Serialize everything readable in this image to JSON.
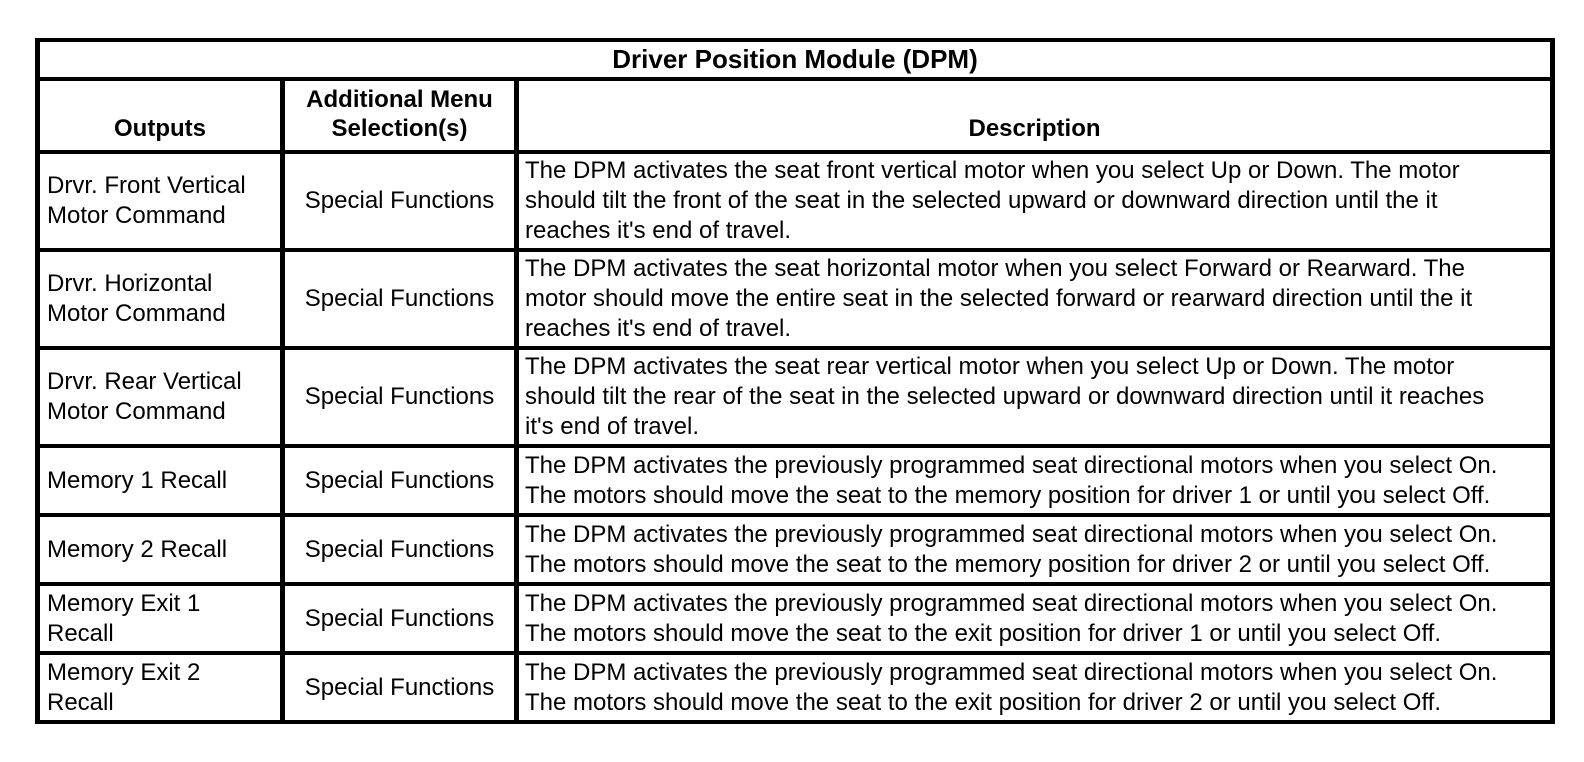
{
  "colors": {
    "background": "#ffffff",
    "border": "#000000",
    "text": "#000000"
  },
  "table": {
    "title": "Driver Position Module (DPM)",
    "headers": {
      "outputs": "Outputs",
      "menu": "Additional Menu Selection(s)",
      "description": "Description"
    },
    "rows": [
      {
        "output": "Drvr. Front Vertical Motor Command",
        "menu": "Special Functions",
        "description": "The DPM activates the seat front vertical motor when you select Up or Down. The motor should tilt the front of the seat in the selected upward or downward direction until the it reaches it's end of travel."
      },
      {
        "output": "Drvr. Horizontal Motor Command",
        "menu": "Special Functions",
        "description": "The DPM activates the seat horizontal motor when you select Forward or Rearward. The motor should move the entire seat in the selected forward or rearward direction until the it reaches it's end of travel."
      },
      {
        "output": "Drvr. Rear Vertical Motor Command",
        "menu": "Special Functions",
        "description": "The DPM activates the seat rear vertical motor when you select Up or Down. The motor should tilt the rear of the seat in the selected upward or downward direction until it reaches it's end of travel."
      },
      {
        "output": "Memory 1 Recall",
        "menu": "Special Functions",
        "description": "The DPM activates the previously programmed seat directional motors when you select On. The motors should move the seat to the memory position for driver 1 or until you select Off."
      },
      {
        "output": "Memory 2 Recall",
        "menu": "Special Functions",
        "description": "The DPM activates the previously programmed seat directional motors when you select On. The motors should move the seat to the memory position for driver 2 or until you select Off."
      },
      {
        "output": "Memory Exit 1 Recall",
        "menu": "Special Functions",
        "description": "The DPM activates the previously programmed seat directional motors when you select On. The motors should move the seat to the exit position for driver 1 or until you select Off."
      },
      {
        "output": "Memory Exit 2 Recall",
        "menu": "Special Functions",
        "description": "The DPM activates the previously programmed seat directional motors when you select On. The motors should move the seat to the exit position for driver 2 or until you select Off."
      }
    ]
  }
}
